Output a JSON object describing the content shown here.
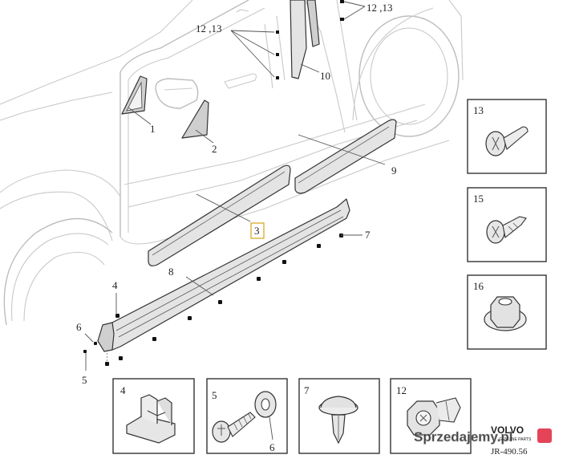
{
  "callouts": {
    "c1": "1",
    "c2": "2",
    "c3": "3",
    "c4": "4",
    "c5": "5",
    "c6": "6",
    "c7": "7",
    "c8": "8",
    "c9": "9",
    "c10": "10",
    "c12_13_left": "12 ,13",
    "c12_13_right": "12 ,13"
  },
  "detail_boxes": {
    "b13": "13",
    "b15": "15",
    "b16": "16",
    "b4": "4",
    "b5": "5",
    "b6": "6",
    "b7": "7",
    "b12": "12"
  },
  "brand": {
    "logo": "VOLVO",
    "tagline": "GENUINE PARTS",
    "drawing_ref": "JR-490.56"
  },
  "watermark": {
    "text": "Sprzedajemy.pl",
    "color": "#e0243a"
  },
  "icons": [
    "screw-icon",
    "flanged-nut-icon",
    "clip-icon",
    "washer-icon",
    "push-rivet-icon",
    "expansion-nut-icon"
  ]
}
